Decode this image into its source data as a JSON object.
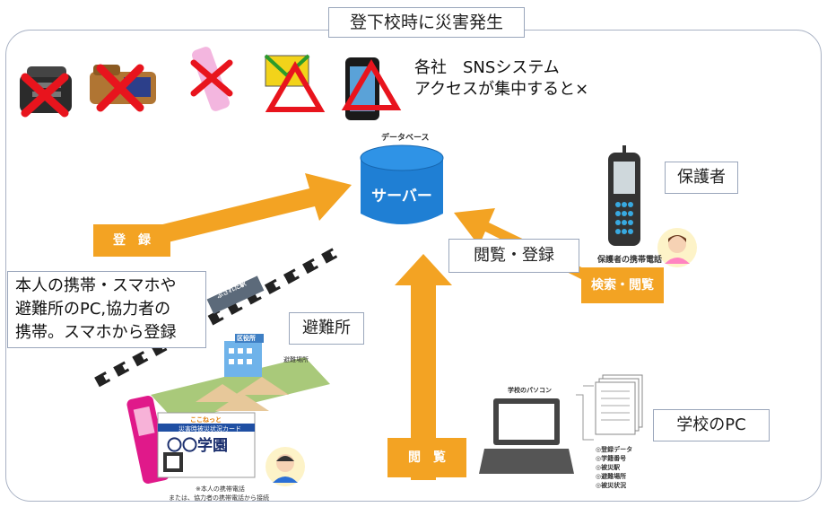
{
  "title": "登下校時に災害発生",
  "sns_note": {
    "line1": "各社　SNSシステム",
    "line2": "アクセスが集中すると×"
  },
  "server": {
    "caption": "データベース",
    "label": "サーバー"
  },
  "register": {
    "label": "登　録",
    "note_line1": "本人の携帯・スマホや",
    "note_line2": "避難所のPC,協力者の",
    "note_line3": "携帯。スマホから登録"
  },
  "browse_register_label": "閲覧・登録",
  "guardian": {
    "label": "保護者",
    "phone_caption": "保護者の携帯電話",
    "action_label": "検索・閲覧"
  },
  "shelter": {
    "label": "避難所",
    "building_sign": "区役所",
    "area_caption": "避難場所",
    "rail_sign": "ぶされた駅"
  },
  "school_pc": {
    "label": "学校のPC",
    "laptop_caption": "学校のパソコン",
    "browse_label": "閲　覧",
    "doc_items": [
      "◎登録データ",
      "◎学籍番号",
      "◎被災駅",
      "◎避難場所",
      "◎被災状況"
    ]
  },
  "card": {
    "brand": "ここねっと",
    "subtitle": "災害時被災状況カード",
    "school": "〇〇学園",
    "caption_line1": "※本人の携帯電話",
    "caption_line2": "または、協力者の携帯電話から接続"
  },
  "colors": {
    "arrow": "#f3a323",
    "server": "#1f7fd4",
    "cross": "#e8141d",
    "triangle": "#e8141d",
    "border": "#a9b2c4"
  }
}
